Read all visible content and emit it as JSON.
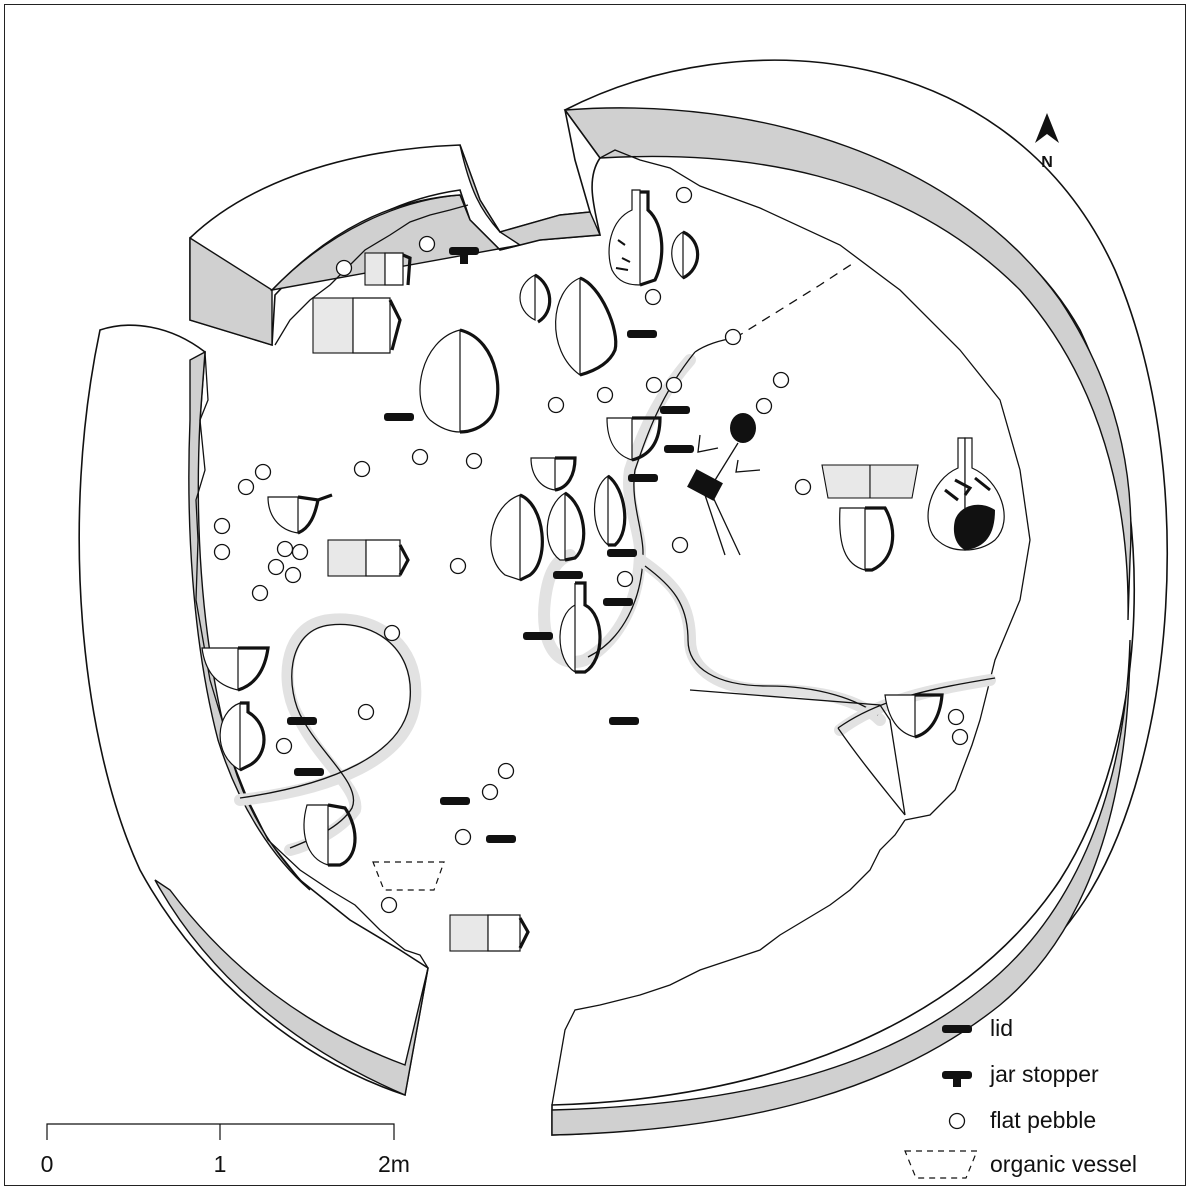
{
  "north_label": "N",
  "legend": {
    "lid": "lid",
    "jar_stopper": "jar stopper",
    "flat_pebble": "flat pebble",
    "organic_vessel": "organic vessel"
  },
  "scale": {
    "tick_0": "0",
    "tick_1": "1",
    "tick_2": "2m"
  },
  "colors": {
    "wall_face": "#d0d0d0",
    "ink": "#111111",
    "bench_shading": "#e2e2e2"
  }
}
